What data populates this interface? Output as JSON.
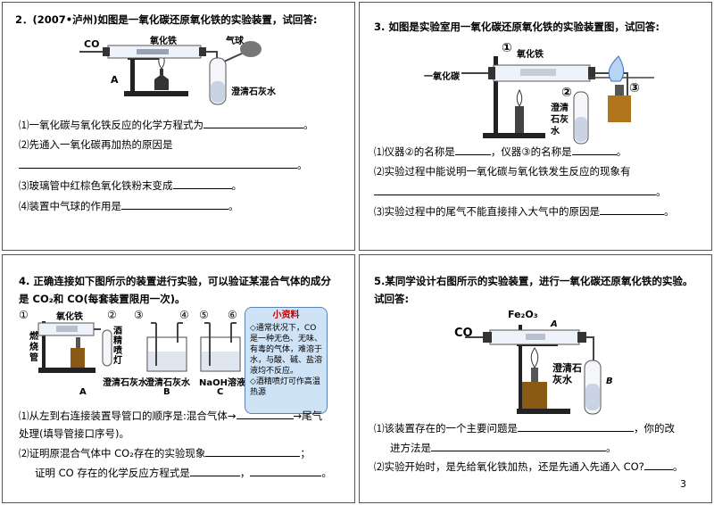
{
  "p1": {
    "heading": "2．(2007•泸州)如图是一氧化碳还原氧化铁的实验装置，试回答:",
    "fig": {
      "co": "CO",
      "fe2o3": "氧化铁",
      "balloon": "气球",
      "a": "A",
      "limewater": "澄清石灰水"
    },
    "q1": "⑴一氧化碳与氧化铁反应的化学方程式为",
    "q1_end": "。",
    "q2": "⑵先通入一氧化碳再加热的原因是",
    "q2_end": "。",
    "q3": "⑶玻璃管中红棕色氧化铁粉末变成",
    "q3_end": "。",
    "q4": "⑷装置中气球的作用是",
    "q4_end": "。"
  },
  "p2": {
    "heading": "3.  如图是实验室用一氧化碳还原氧化铁的实验装置图，试回答:",
    "fig": {
      "n1": "①",
      "fe2o3": "氧化铁",
      "co": "一氧化碳",
      "n2": "②",
      "n3": "③",
      "limewater": "澄清石灰水"
    },
    "q1a": "⑴仪器②的名称是",
    "q1b": "，仪器③的名称是",
    "q1_end": "。",
    "q2": "⑵实验过程中能说明一氧化碳与氧化铁发生反应的现象有",
    "q2_end": "。",
    "q3": "⑶实验过程中的尾气不能直接排入大气中的原因是",
    "q3_end": "。"
  },
  "p3": {
    "heading1": "4.  正确连接如下图所示的装置进行实验，可以验证某混合气体的成分",
    "heading2": "是 CO₂和 CO(每套装置限用一次)。",
    "fig": {
      "n1": "①",
      "fe2o3": "氧化铁",
      "n2": "②",
      "n3": "③",
      "n4": "④",
      "n5": "⑤",
      "n6": "⑥",
      "burning_tube": "燃烧管",
      "lamp": "酒精喷灯",
      "limewater_a": "澄清石灰水",
      "a": "A",
      "limewater_b": "澄清石灰水",
      "b": "B",
      "naoh": "NaOH溶液",
      "c": "C"
    },
    "note": {
      "title": "小资料",
      "line1": "◇通常状况下，CO是一种无色、无味、有毒的气体，难溶于水，与酸、碱、盐溶液均不反应。",
      "line2": "◇酒精喷灯可作高温热源"
    },
    "q1a": "⑴从左到右连接装置导管口的顺序是:混合气体→",
    "q1b": "→尾气",
    "q1c": "处理(填导管接口序号)。",
    "q2": "⑵证明原混合气体中 CO₂存在的实验现象",
    "q2_end": "；",
    "q3a": "证明 CO 存在的化学反应方程式是",
    "q3b": "，",
    "q3_end": "。"
  },
  "p4": {
    "heading1": "5.某同学设计右图所示的实验装置，进行一氧化碳还原氧化铁的实验。",
    "heading2": "试回答:",
    "fig": {
      "co": "CO",
      "fe2o3": "Fe₂O₃",
      "a": "A",
      "limewater": "澄清石灰水",
      "b": "B"
    },
    "q1a": "⑴该装置存在的一个主要问题是",
    "q1b": "，你的改",
    "q1c": "进方法是",
    "q1_end": "。",
    "q2": "⑵实验开始时，是先给氧化铁加热，还是先通入先通入 CO?",
    "q2_end": "。"
  },
  "page_number": "3"
}
